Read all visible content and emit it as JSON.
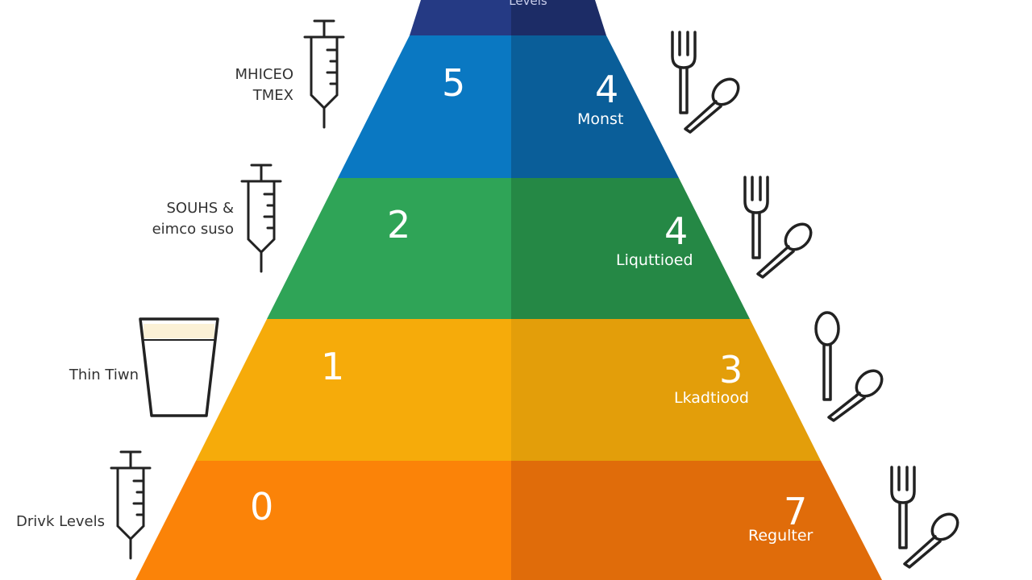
{
  "top_label": "Levels",
  "levels": [
    {
      "left_number": "5",
      "right_number": "4",
      "right_label": "Monst",
      "side_label": "MHICEO\nTMEX",
      "left_icon": "syringe-icon",
      "right_icon": "fork-spoon-icon",
      "color_left": "#0a78c2",
      "color_right": "#0a5e99"
    },
    {
      "left_number": "2",
      "right_number": "4",
      "right_label": "Liquttioed",
      "side_label": "SOUHS &\neimco suso",
      "left_icon": "syringe-icon",
      "right_icon": "fork-spoon-icon",
      "color_left": "#2fa457",
      "color_right": "#258845"
    },
    {
      "left_number": "1",
      "right_number": "3",
      "right_label": "Lkadtiood",
      "side_label": "Thin Tiwn",
      "left_icon": "cup-icon",
      "right_icon": "spoons-icon",
      "color_left": "#f6ab0a",
      "color_right": "#e39e0a"
    },
    {
      "left_number": "0",
      "right_number": "7",
      "right_label": "Regulter",
      "side_label": "Drivk Levels",
      "left_icon": "syringe-icon",
      "right_icon": "fork-spoon-icon",
      "color_left": "#fb8308",
      "color_right": "#e06c0a"
    }
  ],
  "apex_colors": {
    "left": "#253a84",
    "right": "#1c2c66"
  }
}
